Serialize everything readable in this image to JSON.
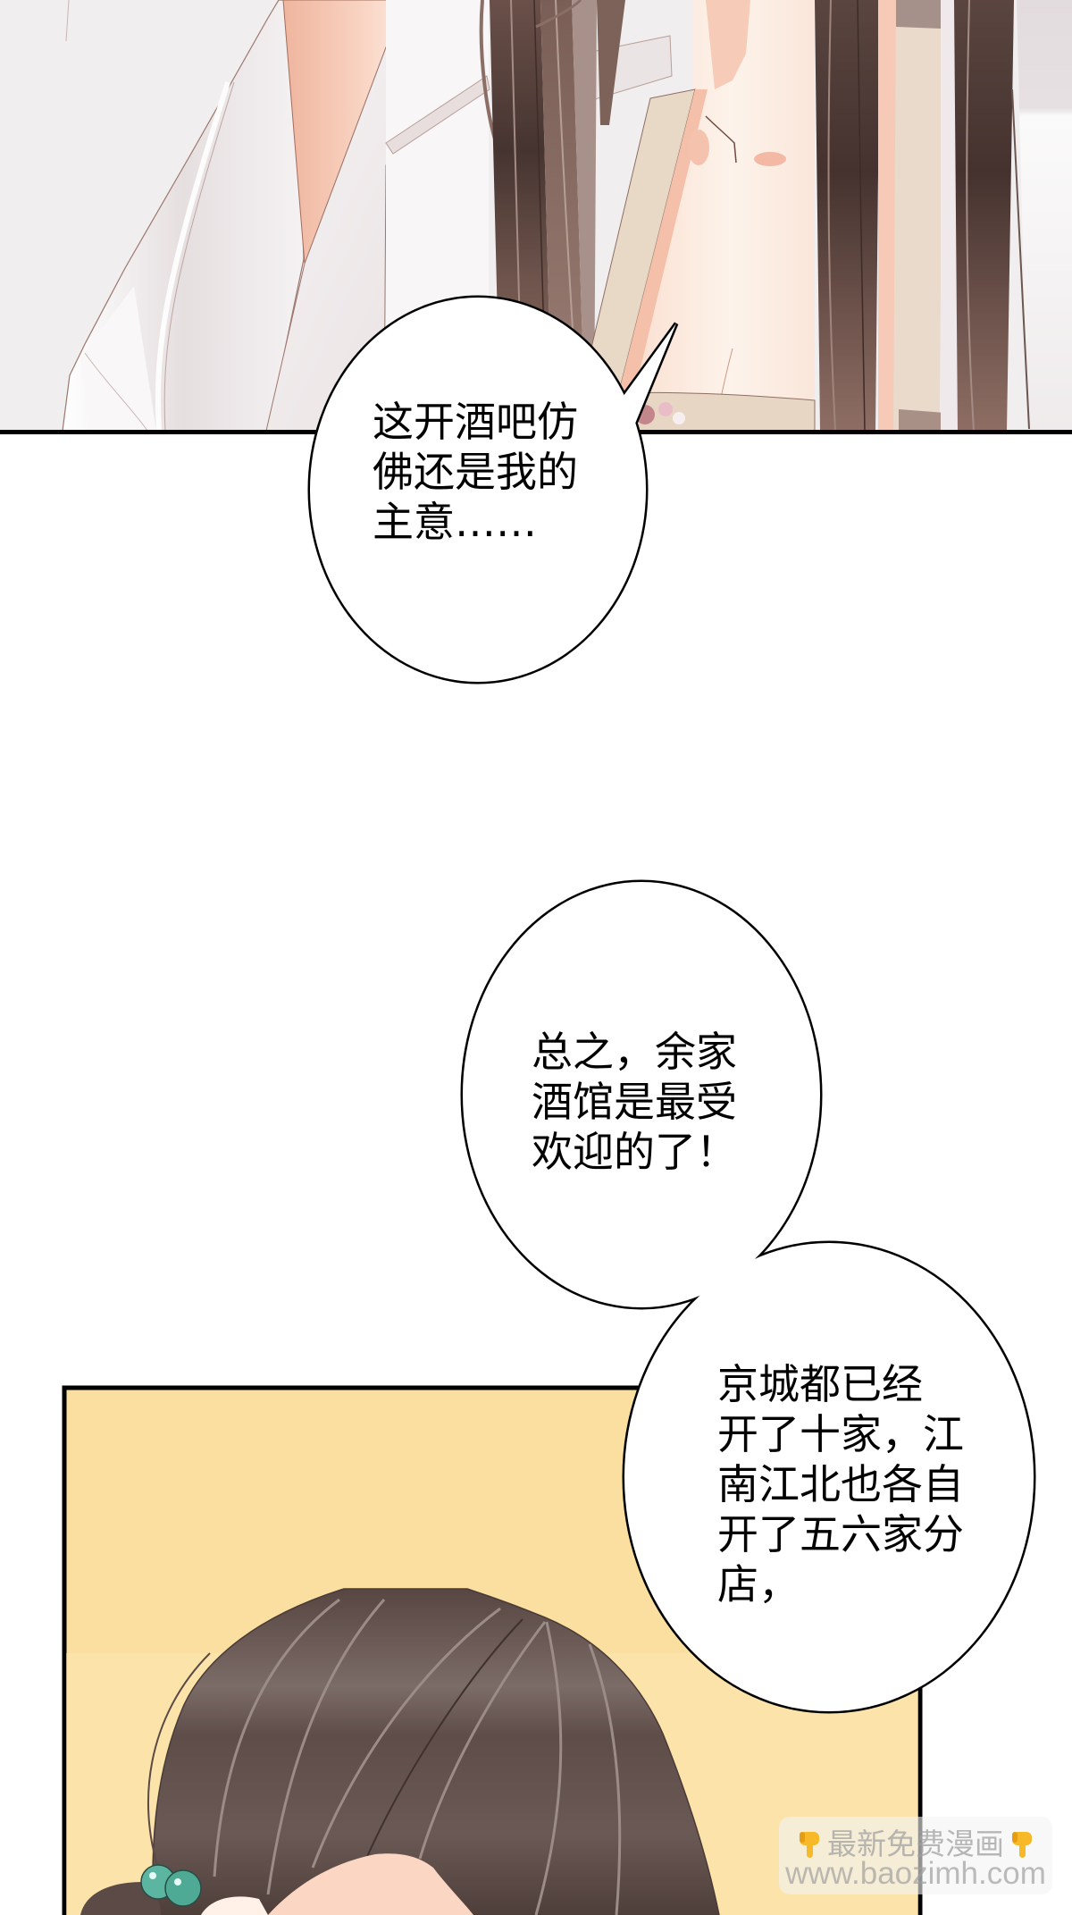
{
  "page": {
    "background": "#ffffff"
  },
  "panels": {
    "top": {
      "background": "#f1eeef",
      "border_color": "#000000"
    },
    "bottom": {
      "background": "#fadfa0",
      "border_color": "#000000"
    }
  },
  "bubbles": [
    {
      "lines": [
        "这开酒吧仿",
        "佛还是我的",
        "主意……"
      ]
    },
    {
      "lines": [
        "总之，余家",
        "酒馆是最受",
        "欢迎的了！"
      ]
    },
    {
      "lines": [
        "京城都已经",
        "开了十家，江",
        "南江北也各自",
        "开了五六家分",
        "店，"
      ]
    }
  ],
  "watermark": {
    "title": "最新免费漫画",
    "url": "www.baozimh.com",
    "icon": "pointing-down-hand"
  },
  "colors": {
    "bubble_fill": "#ffffff",
    "bubble_outline": "#000000",
    "text": "#000000",
    "hair_top_panel": "#4a3733",
    "skin": "#f9d3c1",
    "robe": "#e9dacb",
    "yellow_background": "#fadfa0",
    "hair_bottom_panel": "#5b4a46",
    "bead": "#5bb5a1",
    "watermark_icon": "#f7b928"
  }
}
